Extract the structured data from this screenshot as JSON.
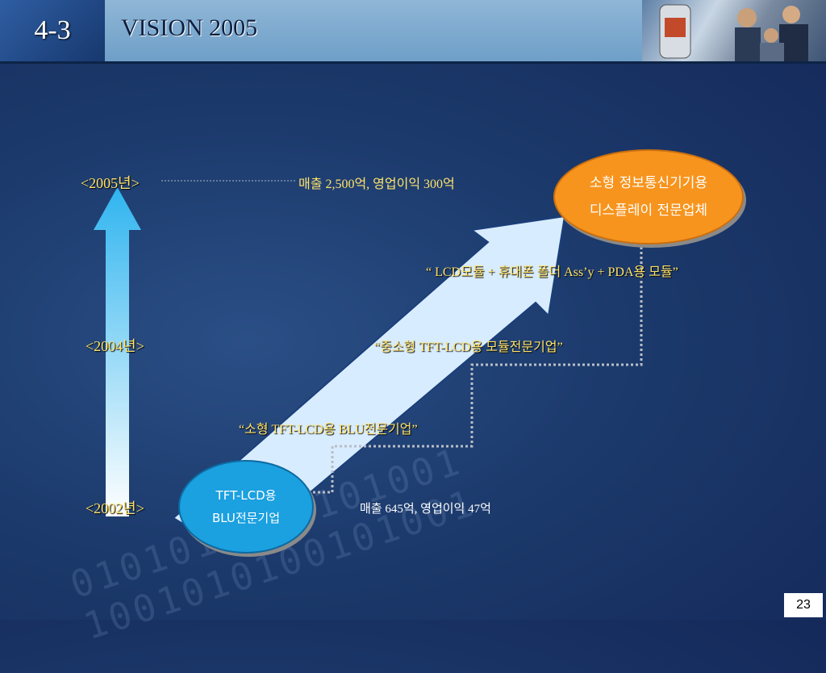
{
  "header": {
    "section_number": "4-3",
    "title": "VISION 2005"
  },
  "years": {
    "y2005": "<2005년>",
    "y2004": "<2004년>",
    "y2002": "<2002년>"
  },
  "sales": {
    "y2005": "매출 2,500억, 영업이익 300억",
    "y2002": "매출 645억, 영업이익 47억"
  },
  "stages": {
    "stage1": "“소형 TFT-LCD용 BLU전문기업”",
    "stage2": "“중소형 TFT-LCD용 모듈전문기업”",
    "stage3": "“ LCD모듈 +  휴대폰 폴더 Ass’y +  PDA용 모듈”"
  },
  "goal": {
    "line1": "소형 정보통신기기용",
    "line2": "디스플레이 전문업체"
  },
  "start": {
    "line1": "TFT-LCD용",
    "line2": "BLU전문기업"
  },
  "page_number": "23",
  "colors": {
    "background": "#1c3a6c",
    "header": "#7aa6cc",
    "year_text": "#ffe36a",
    "goal_oval": "#f7941d",
    "start_oval": "#1ba0e0",
    "arrow_light": "#d8ecff"
  }
}
